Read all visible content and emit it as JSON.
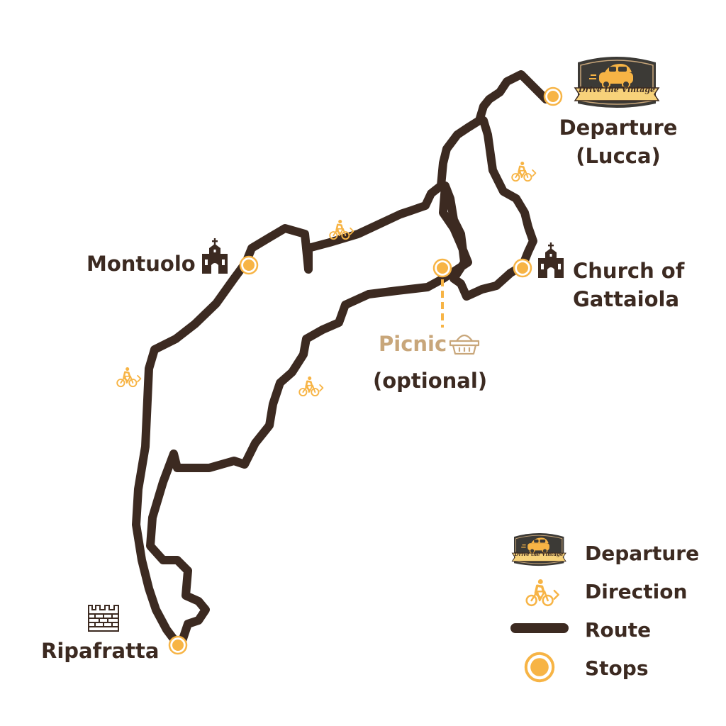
{
  "colors": {
    "route": "#3c2a21",
    "accent": "#f7b445",
    "label": "#3c2a21",
    "picnic_label": "#c8a67a",
    "logo_bg": "#3c3a36",
    "logo_banner": "#f7d27a"
  },
  "logo": {
    "text": "Drive the Vintage"
  },
  "places": {
    "departure_line1": "Departure",
    "departure_line2": "(Lucca)",
    "montuolo": "Montuolo",
    "church_line1": "Church of",
    "church_line2": "Gattaiola",
    "picnic_line1": "Picnic",
    "picnic_line2": "(optional)",
    "ripafratta": "Ripafratta"
  },
  "legend": {
    "departure": "Departure",
    "direction": "Direction",
    "route": "Route",
    "stops": "Stops"
  },
  "icons": {
    "departure": "vintage-car-logo",
    "direction": "bicycle-rider-icon",
    "stop": "stop-marker-icon",
    "church": "church-icon",
    "picnic": "picnic-basket-icon",
    "castle": "castle-wall-icon"
  }
}
